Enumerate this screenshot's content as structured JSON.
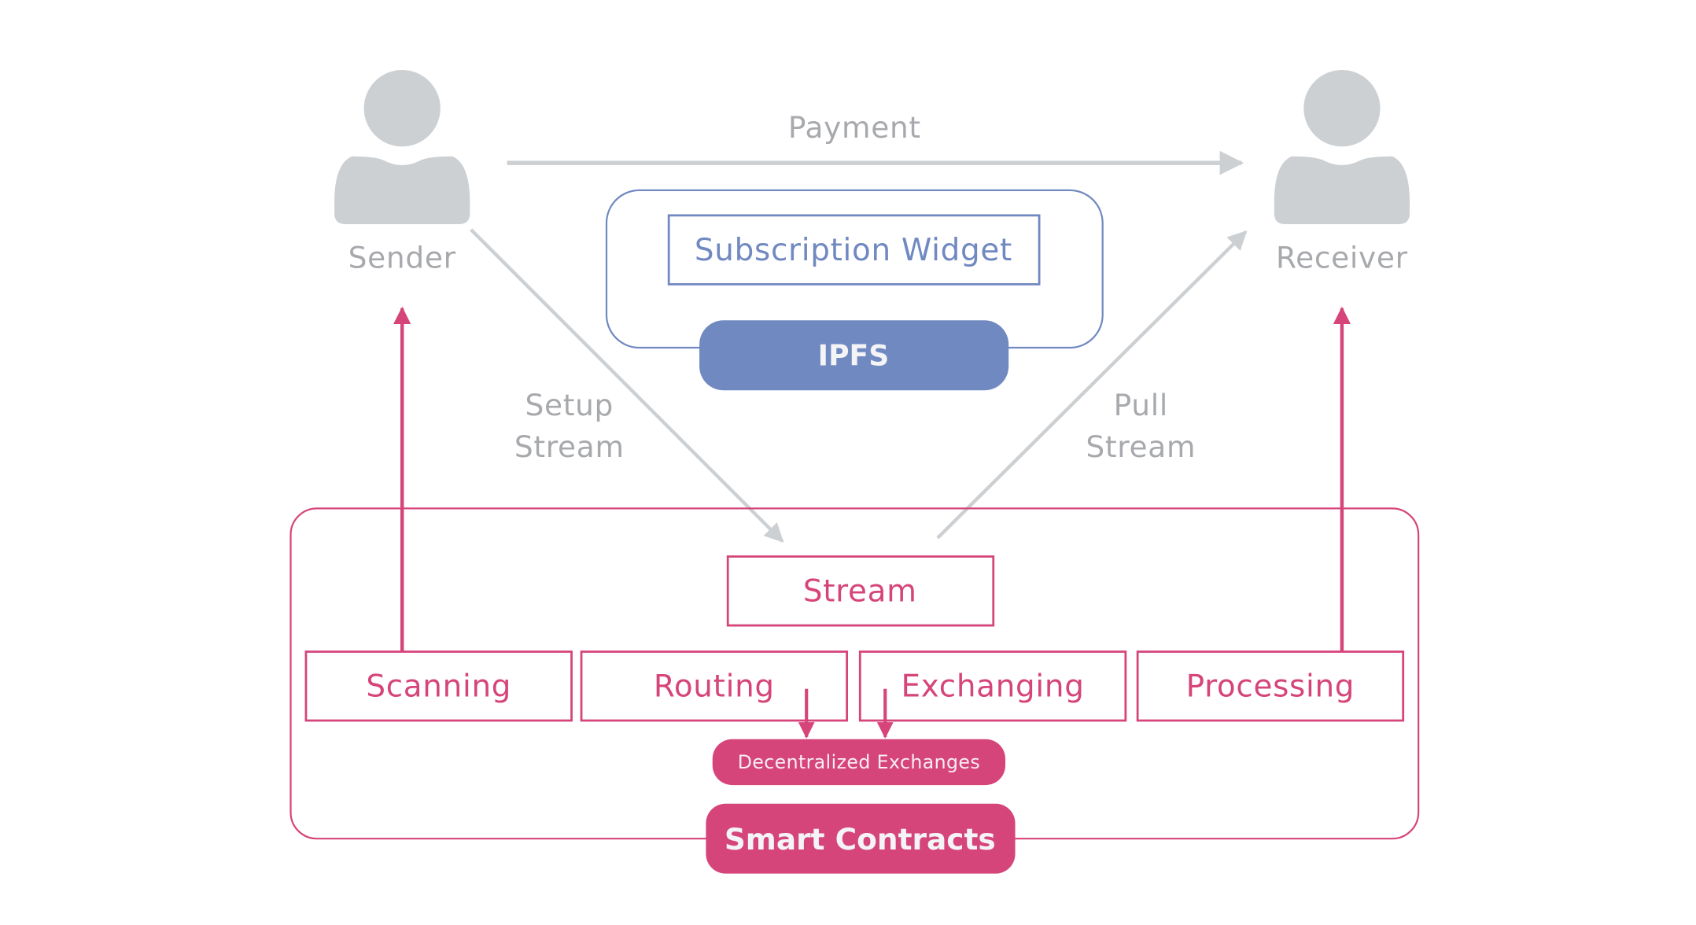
{
  "colors": {
    "grey": "#cdd0d3",
    "grey_text": "#a7a9ad",
    "blue": "#7189c1",
    "pink": "#d6457a",
    "white": "#ffffff"
  },
  "actors": {
    "sender": {
      "label": "Sender",
      "icon": "person-icon"
    },
    "receiver": {
      "label": "Receiver",
      "icon": "person-icon"
    }
  },
  "flows": {
    "payment": "Payment",
    "setup_stream": {
      "line1": "Setup",
      "line2": "Stream"
    },
    "pull_stream": {
      "line1": "Pull",
      "line2": "Stream"
    }
  },
  "ipfs": {
    "widget_label": "Subscription Widget",
    "badge_label": "IPFS"
  },
  "smart_contracts": {
    "badge_label": "Smart Contracts",
    "stream_label": "Stream",
    "modules": [
      "Scanning",
      "Routing",
      "Exchanging",
      "Processing"
    ],
    "dex_label": "Decentralized Exchanges"
  }
}
